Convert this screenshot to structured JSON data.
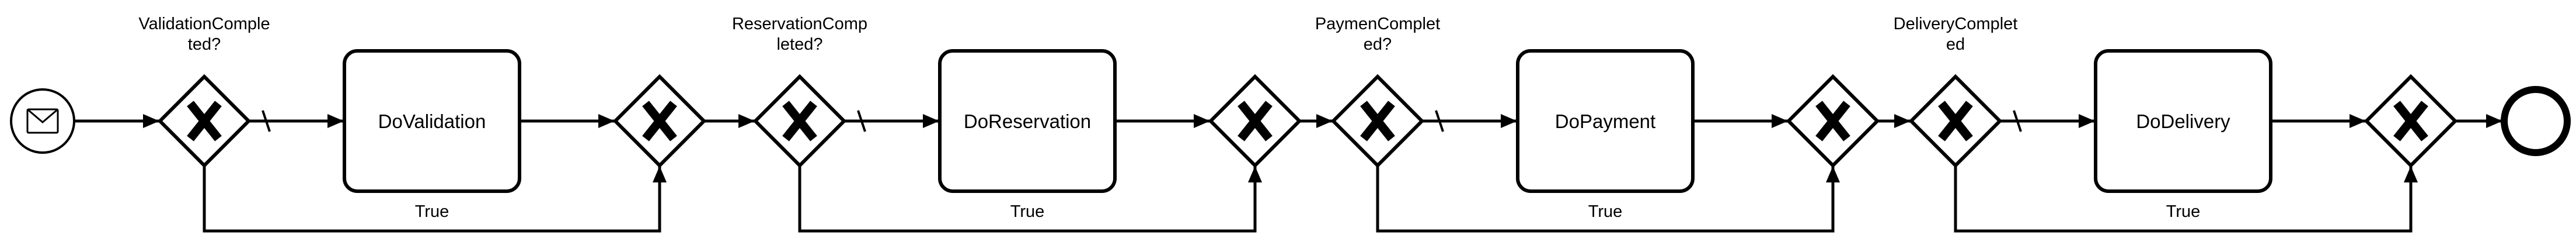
{
  "diagram": {
    "start_event": {
      "icon": "envelope-icon"
    },
    "stages": [
      {
        "gateway_question": [
          "ValidationComple",
          "ted?"
        ],
        "task": "DoValidation",
        "default_flow_label": "True"
      },
      {
        "gateway_question": [
          "ReservationComp",
          "leted?"
        ],
        "task": "DoReservation",
        "default_flow_label": "True"
      },
      {
        "gateway_question": [
          "PaymenComplet",
          "ed?"
        ],
        "task": "DoPayment",
        "default_flow_label": "True"
      },
      {
        "gateway_question": [
          "DeliveryComplet",
          "ed"
        ],
        "task": "DoDelivery",
        "default_flow_label": "True"
      }
    ],
    "end_event": {
      "icon": "end-event-circle-icon"
    },
    "colors": {
      "stroke": "#000000",
      "fill": "#ffffff"
    }
  }
}
